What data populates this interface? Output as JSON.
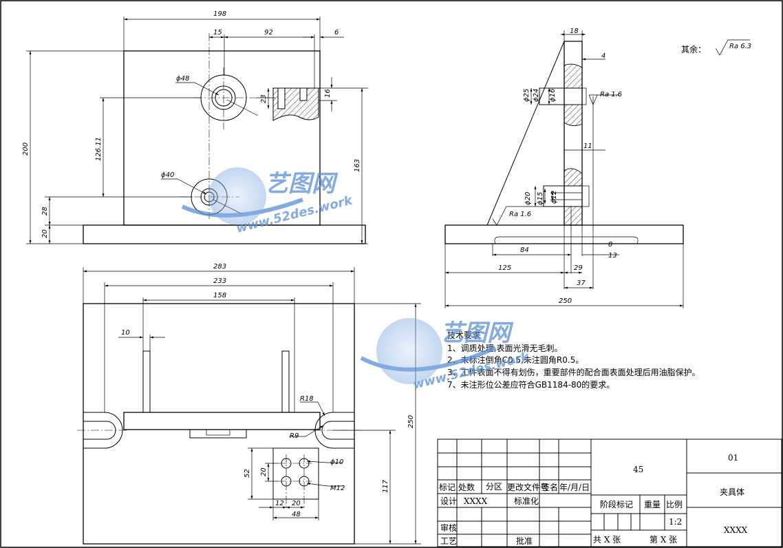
{
  "front_view": {
    "dims": {
      "d198": "198",
      "d15": "15",
      "d92": "92",
      "d6": "6",
      "d200": "200",
      "d126": "126.11",
      "d28": "28",
      "d20": "20",
      "d23": "23",
      "d16": "16",
      "d163": "163",
      "phi48": "ϕ48",
      "phi40": "ϕ40"
    }
  },
  "side_view": {
    "dims": {
      "d18": "18",
      "d4": "4",
      "phi25": "ϕ25",
      "phi24": "ϕ24",
      "phi16": "ϕ16",
      "ra1": "Ra 1.6",
      "d11": "11",
      "phi20": "ϕ20",
      "phi15": "ϕ15",
      "phi12": "ϕ12",
      "ra2": "Ra 1.6",
      "d84": "84",
      "d8": "8",
      "d125": "125",
      "d29": "29",
      "d13": "13",
      "d37": "37",
      "d250": "250"
    }
  },
  "top_view": {
    "dims": {
      "d283": "283",
      "d233": "233",
      "d158": "158",
      "d10": "10",
      "r18": "R18",
      "r9": "R9",
      "d250": "250",
      "phi10": "ϕ10",
      "d52": "52",
      "d20v": "20",
      "m12": "M12",
      "d12": "12",
      "d20h": "20",
      "d48": "48",
      "d117": "117"
    }
  },
  "roughness_note": {
    "label": "其余：",
    "value": "Ra 6.3"
  },
  "tech_requirements": {
    "title": "技术要求",
    "items": [
      "1、调质处理,表面光滑无毛刺。",
      "2、未标注倒角C0.5,未注圆角R0.5。",
      "3、工件表面不得有划伤，重要部件的配合面表面处理后用油脂保护。",
      "7、未注形位公差应符合GB1184-80的要求。"
    ]
  },
  "watermark": {
    "cn": "艺图网",
    "en": "www.52des.work"
  },
  "title_block": {
    "material": "45",
    "drawing_no": "01",
    "part_name": "夹具体",
    "company": "XXXX",
    "row_labels": [
      "标记",
      "处数",
      "分区",
      "更改文件号",
      "签名",
      "年/月/日"
    ],
    "design": "设计",
    "design_name": "XXXX",
    "standardize": "标准化",
    "review": "审核",
    "process": "工艺",
    "approve": "批准",
    "stage_mark": "阶段标记",
    "weight": "重量",
    "scale_label": "比例",
    "scale": "1:2",
    "total": "共  X  张",
    "sheet": "第  X  张"
  },
  "colors": {
    "line": "#000000",
    "watermark": "#5b8fd6"
  }
}
